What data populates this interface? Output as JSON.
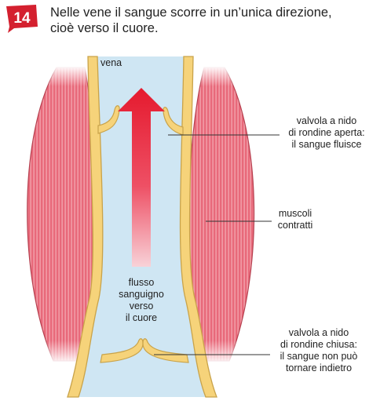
{
  "badge": {
    "number": "14",
    "color": "#d4202f"
  },
  "heading": {
    "line1": "Nelle vene il sangue scorre in un’unica direzione,",
    "line2": "cioè verso il cuore."
  },
  "labels": {
    "vena": "vena",
    "open_valve": [
      "valvola a nido",
      "di rondine aperta:",
      "il sangue fluisce"
    ],
    "muscles": [
      "muscoli",
      "contratti"
    ],
    "flow": [
      "flusso",
      "sanguigno",
      "verso",
      "il cuore"
    ],
    "closed_valve": [
      "valvola a nido",
      "di rondine chiusa:",
      "il sangue non può",
      "tornare indietro"
    ]
  },
  "colors": {
    "muscle": "#e8697a",
    "muscle_stripe": "#ffffff",
    "vein_wall": "#f6d37a",
    "vein_outline": "#c9a34a",
    "blood_lumen": "#cfe6f3",
    "arrow_top": "#e51a2e",
    "arrow_bottom": "#f7c4cc"
  }
}
